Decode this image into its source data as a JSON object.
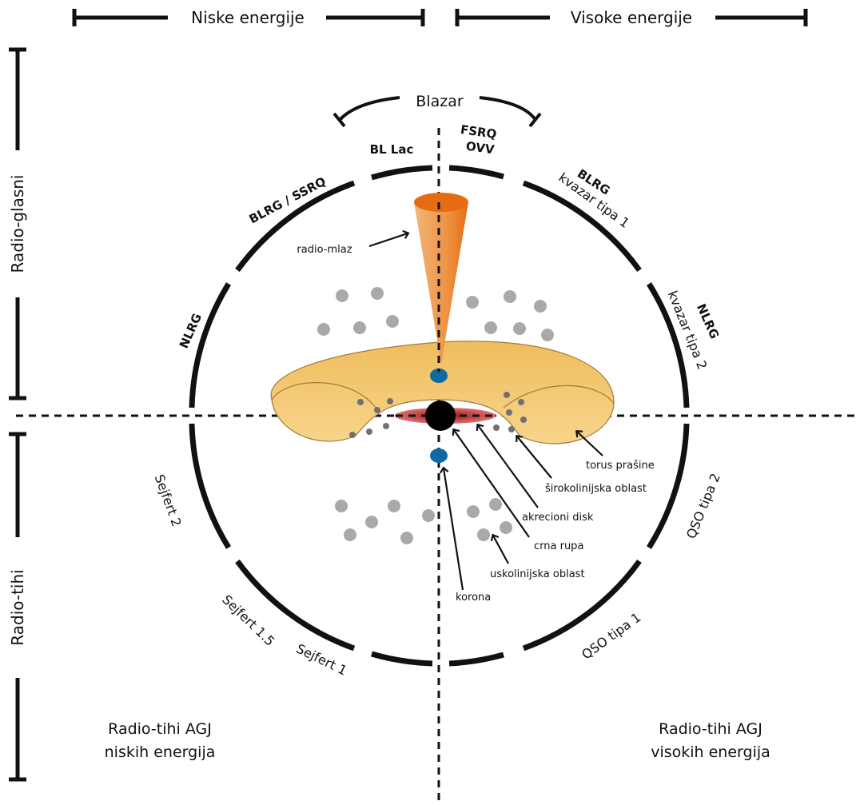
{
  "energy_axis": {
    "low": "Niske energije",
    "high": "Visoke energije"
  },
  "radio_axis": {
    "loud": "Radio-glasni",
    "quiet": "Radio-tihi"
  },
  "blazar": {
    "title": "Blazar",
    "bl_lac": "BL Lac",
    "fsrq": "FSRQ",
    "ovv": "OVV"
  },
  "ring_labels": {
    "blrg_ssrq": "BLRG / SSRQ",
    "blrg": "BLRG",
    "kvazar_tipa_1": "kvazar tipa 1",
    "nlrg_left": "NLRG",
    "nlrg_right": "NLRG",
    "kvazar_tipa_2": "kvazar tipa 2",
    "sejfert_2": "Sejfert 2",
    "sejfert_15": "Sejfert 1.5",
    "sejfert_1": "Sejfert 1",
    "qso_tipa_2": "QSO tipa 2",
    "qso_tipa_1": "QSO tipa 1"
  },
  "components": {
    "radio_mlaz": "radio-mlaz",
    "torus": "torus prašine",
    "blr": "širokolinijska oblast",
    "disk": "akrecioni disk",
    "black_hole": "crna rupa",
    "nlr": "uskolinijska oblast",
    "korona": "korona"
  },
  "quadrants": {
    "left_line1": "Radio-tihi AGJ",
    "left_line2": "niskih energija",
    "right_line1": "Radio-tihi AGJ",
    "right_line2": "visokih energija"
  },
  "colors": {
    "torus": "#f3c674",
    "jet": "#ec8a3a",
    "disk": "#b8262a",
    "corona": "#0f6aa3",
    "clouds": "#a9a9a9"
  }
}
